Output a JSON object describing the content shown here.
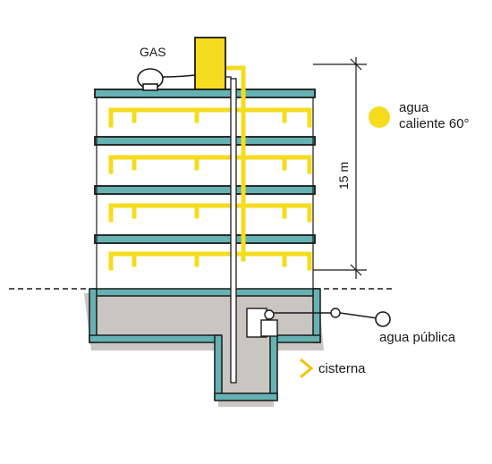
{
  "labels": {
    "gas": "GAS",
    "hot_water_line1": "agua",
    "hot_water_line2": "caliente 60°",
    "height": "15 m",
    "public_water": "agua pública",
    "cistern": "cisterna"
  },
  "colors": {
    "hot_water": "#f5dc1e",
    "structure": "#66b2b2",
    "ground": "#c9c5c1",
    "ink": "#1a1a1a"
  },
  "building": {
    "floors": 4,
    "shape": "cross-section"
  }
}
